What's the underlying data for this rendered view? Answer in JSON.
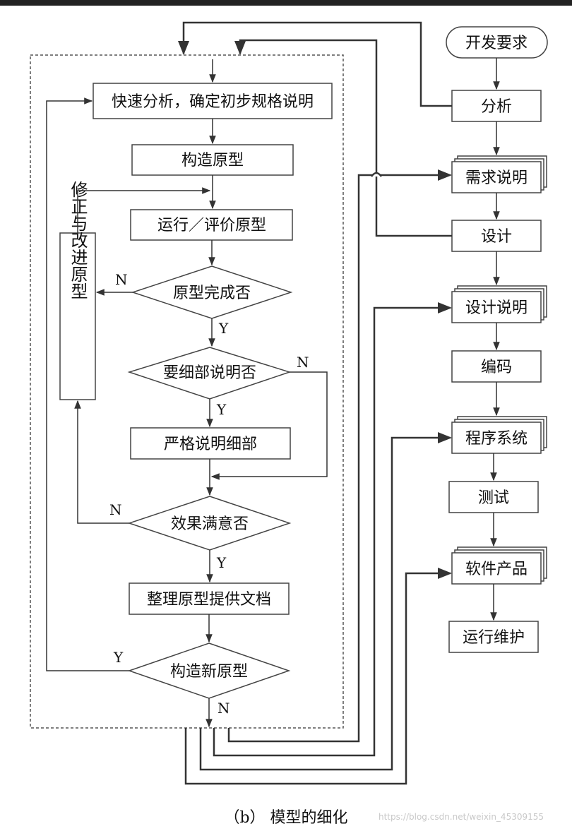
{
  "diagram": {
    "nodes": {
      "quick_analysis": "快速分析，确定初步规格说明",
      "build_prototype": "构造原型",
      "run_evaluate": "运行／评价原型",
      "proto_done": "原型完成否",
      "need_detail": "要细部说明否",
      "strict_detail": "严格说明细部",
      "satisfied": "效果满意否",
      "organize_docs": "整理原型提供文档",
      "new_proto": "构造新原型",
      "modify": "修正与改进原型",
      "dev_req": "开发要求",
      "analysis": "分析",
      "req_spec": "需求说明",
      "design": "设计",
      "design_spec": "设计说明",
      "coding": "编码",
      "program": "程序系统",
      "testing": "测试",
      "product": "软件产品",
      "maintain": "运行维护"
    },
    "labels": {
      "yes": "Y",
      "no": "N"
    }
  },
  "caption": "（b）  模型的细化",
  "watermark": "https://blog.csdn.net/weixin_45309155"
}
